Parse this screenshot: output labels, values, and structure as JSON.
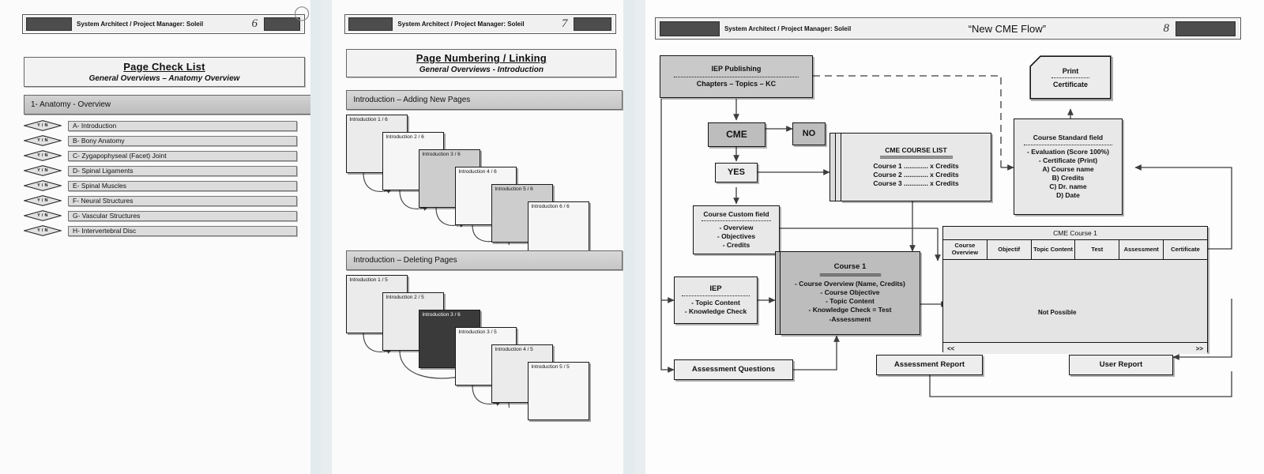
{
  "pages": [
    {
      "header": {
        "author": "System Architect / Project Manager: Soleil",
        "center_title": "",
        "page_number": "6"
      },
      "title": {
        "main": "Page Check List",
        "sub": "General Overviews – Anatomy Overview"
      },
      "section_band": "1- Anatomy - Overview",
      "checklist_marker": "Y / N",
      "checklist": [
        "A- Introduction",
        "B- Bony Anatomy",
        "C- Zygapophyseal (Facet) Joint",
        "D- Spinal Ligaments",
        "E- Spinal Muscles",
        "F- Neural Structures",
        "G- Vascular Structures",
        "H- Intervertebral Disc"
      ]
    },
    {
      "header": {
        "author": "System Architect / Project Manager: Soleil",
        "center_title": "",
        "page_number": "7"
      },
      "title": {
        "main": "Page Numbering / Linking",
        "sub": "General Overviews - Introduction"
      },
      "sections": [
        {
          "band": "Introduction – Adding New Pages",
          "cards": [
            {
              "label": "Introduction 1 / 6",
              "tone": "md"
            },
            {
              "label": "Introduction 2 / 6",
              "tone": "lt"
            },
            {
              "label": "Introduction 3 / 6",
              "tone": "gr"
            },
            {
              "label": "Introduction 4 / 6",
              "tone": "lt"
            },
            {
              "label": "Introduction 5 / 6",
              "tone": "gr"
            },
            {
              "label": "Introduction 6 / 6",
              "tone": "lt"
            }
          ]
        },
        {
          "band": "Introduction – Deleting Pages",
          "cards": [
            {
              "label": "Introduction 1 / 5",
              "tone": "md"
            },
            {
              "label": "Introduction 2 / 5",
              "tone": "md"
            },
            {
              "label": "Introduction 3 / 6",
              "tone": "dark"
            },
            {
              "label": "Introduction 3 / 5",
              "tone": "lt"
            },
            {
              "label": "Introduction 4 / 5",
              "tone": "md"
            },
            {
              "label": "Introduction 5 / 5",
              "tone": "lt"
            }
          ]
        }
      ]
    },
    {
      "header": {
        "author": "System Architect / Project Manager: Soleil",
        "center_title": "“New CME Flow”",
        "page_number": "8"
      },
      "flow": {
        "iep_publishing": {
          "title": "IEP Publishing",
          "body": "Chapters – Topics – KC"
        },
        "cme": "CME",
        "no": "NO",
        "yes": "YES",
        "course_custom_field": {
          "title": "Course Custom field",
          "lines": [
            "- Overview",
            "- Objectives",
            "- Credits"
          ]
        },
        "cme_course_list": {
          "title": "CME COURSE LIST",
          "rule": "=========================",
          "lines": [
            "Course 1 ............. x Credits",
            "Course 2 ............. x Credits",
            "Course 3 ............. x Credits"
          ]
        },
        "print_certificate": {
          "title": "Print",
          "body": "Certificate"
        },
        "course_standard_field": {
          "title": "Course Standard field",
          "lines": [
            "- Evaluation (Score 100%)",
            "- Certificate (Print)",
            "A) Course name",
            "B) Credits",
            "C) Dr. name",
            "D) Date"
          ]
        },
        "iep": {
          "title": "IEP",
          "lines": [
            "- Topic Content",
            "- Knowledge Check"
          ]
        },
        "course1": {
          "title": "Course 1",
          "rule": "=====================",
          "lines": [
            "- Course Overview (Name, Credits)",
            "- Course Objective",
            "- Topic Content",
            "- Knowledge Check = Test",
            "-Assessment"
          ]
        },
        "assessment_questions": "Assessment Questions",
        "cme_course_panel": {
          "title": "CME Course 1",
          "tabs": [
            "Course Overview",
            "Objectif",
            "Topic Content",
            "Test",
            "Assessment",
            "Certificate"
          ],
          "annotation": "Not Possible",
          "prev": "<<",
          "next": ">>"
        },
        "assessment_report": "Assessment Report",
        "user_report": "User Report"
      }
    }
  ]
}
